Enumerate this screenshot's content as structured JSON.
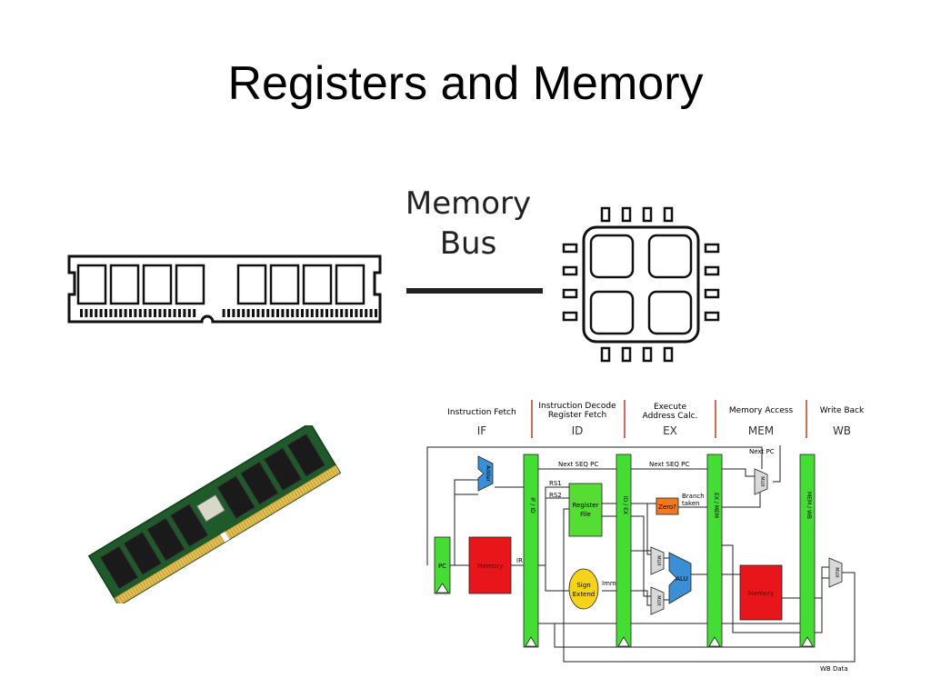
{
  "slide": {
    "title": "Registers and Memory",
    "bus_label_line1": "Memory",
    "bus_label_line2": "Bus"
  },
  "pipeline": {
    "stages": [
      {
        "name": "Instruction Fetch",
        "abbr": "IF"
      },
      {
        "name_line1": "Instruction Decode",
        "name_line2": "Register Fetch",
        "abbr": "ID"
      },
      {
        "name_line1": "Execute",
        "name_line2": "Address Calc.",
        "abbr": "EX"
      },
      {
        "name": "Memory Access",
        "abbr": "MEM"
      },
      {
        "name": "Write Back",
        "abbr": "WB"
      }
    ],
    "latches": [
      "IF / ID",
      "ID / EX",
      "EX / MEM",
      "MEM / WB"
    ],
    "labels": {
      "next_pc": "Next PC",
      "next_seq_pc_1": "Next SEQ PC",
      "next_seq_pc_2": "Next SEQ PC",
      "adder": "Adder",
      "pc": "PC",
      "inst_memory": "Memory",
      "ir": "IR",
      "rs1": "RS1",
      "rs2": "RS2",
      "register_file_1": "Register",
      "register_file_2": "File",
      "sign_extend_1": "Sign",
      "sign_extend_2": "Extend",
      "imm": "Imm",
      "zero": "Zero?",
      "branch_taken_1": "Branch",
      "branch_taken_2": "taken",
      "alu": "ALU",
      "mux": "MUX",
      "data_memory": "Memory",
      "wb_data": "WB Data"
    },
    "colors": {
      "latch": "#44dd33",
      "memory": "#e8151b",
      "register_file": "#55dd33",
      "alu": "#3a8fd6",
      "zero": "#f07a1f",
      "sign_extend": "#f5d31a",
      "mux": "#d9d9d9",
      "stage_divider": "#c0392b"
    }
  }
}
